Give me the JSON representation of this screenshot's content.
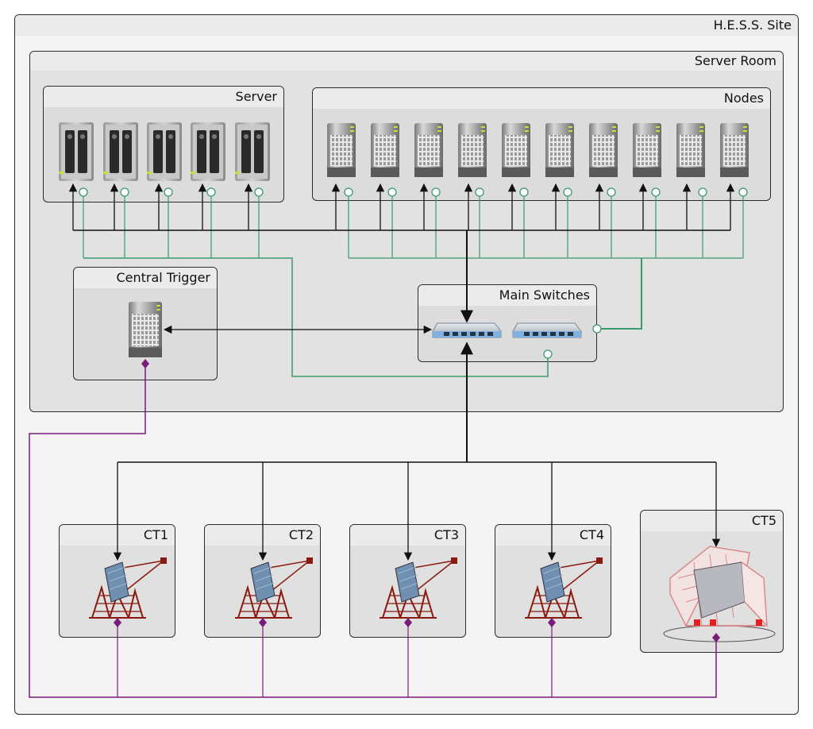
{
  "site": {
    "title": "H.E.S.S. Site"
  },
  "server_room": {
    "title": "Server Room"
  },
  "server_group": {
    "title": "Server",
    "count": 5
  },
  "nodes_group": {
    "title": "Nodes",
    "count": 10
  },
  "central_trigger": {
    "title": "Central Trigger"
  },
  "main_switches": {
    "title": "Main Switches"
  },
  "telescopes": [
    {
      "label": "CT1"
    },
    {
      "label": "CT2"
    },
    {
      "label": "CT3"
    },
    {
      "label": "CT4"
    },
    {
      "label": "CT5"
    }
  ],
  "colors": {
    "data_link": "#111111",
    "green_link": "#3a9a6a",
    "trigger_link": "#7a1a7a",
    "telescope_red": "#8a1a10"
  }
}
